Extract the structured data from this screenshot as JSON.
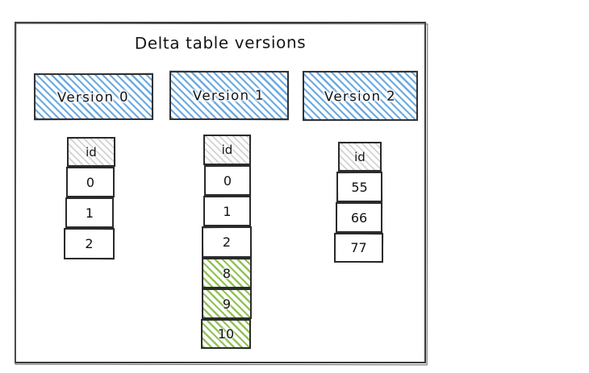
{
  "diagram": {
    "title": "Delta table versions",
    "frame": {
      "name": "outer-frame"
    },
    "colors": {
      "version_box_hatch": "#5EA3DF",
      "header_cell_hatch": "#C4C4C4",
      "new_row_hatch": "#8CBE4E",
      "stroke": "#2A2A2D",
      "background": "#FFFFFF"
    },
    "versions": [
      {
        "id": "version-0",
        "label": "Version 0",
        "table": {
          "header": "id",
          "rows": [
            {
              "value": "0",
              "highlight": false
            },
            {
              "value": "1",
              "highlight": false
            },
            {
              "value": "2",
              "highlight": false
            }
          ]
        }
      },
      {
        "id": "version-1",
        "label": "Version 1",
        "table": {
          "header": "id",
          "rows": [
            {
              "value": "0",
              "highlight": false
            },
            {
              "value": "1",
              "highlight": false
            },
            {
              "value": "2",
              "highlight": false
            },
            {
              "value": "8",
              "highlight": true
            },
            {
              "value": "9",
              "highlight": true
            },
            {
              "value": "10",
              "highlight": true
            }
          ]
        }
      },
      {
        "id": "version-2",
        "label": "Version 2",
        "table": {
          "header": "id",
          "rows": [
            {
              "value": "55",
              "highlight": false
            },
            {
              "value": "66",
              "highlight": false
            },
            {
              "value": "77",
              "highlight": false
            }
          ]
        }
      }
    ]
  }
}
